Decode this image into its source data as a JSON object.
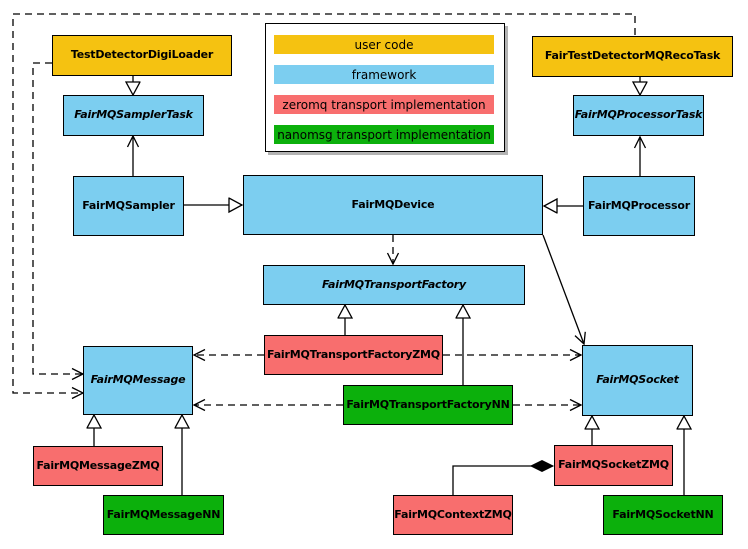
{
  "diagram": {
    "kind": "uml-class-diagram",
    "background": "#ffffff",
    "colors": {
      "user_code": "#F5C211",
      "framework": "#7CCEF0",
      "zeromq": "#F86E6E",
      "nanomsg": "#0CB00C",
      "line": "#000000"
    },
    "legend": {
      "items": [
        {
          "label": "user code",
          "category": "user_code"
        },
        {
          "label": "framework",
          "category": "framework"
        },
        {
          "label": "zeromq transport implementation",
          "category": "zeromq"
        },
        {
          "label": "nanomsg transport implementation",
          "category": "nanomsg"
        }
      ]
    },
    "nodes": [
      {
        "id": "TestDetectorDigiLoader",
        "label": "TestDetectorDigiLoader",
        "category": "user_code",
        "abstract": false
      },
      {
        "id": "FairMQSamplerTask",
        "label": "FairMQSamplerTask",
        "category": "framework",
        "abstract": true
      },
      {
        "id": "FairMQSampler",
        "label": "FairMQSampler",
        "category": "framework",
        "abstract": false
      },
      {
        "id": "FairMQDevice",
        "label": "FairMQDevice",
        "category": "framework",
        "abstract": false
      },
      {
        "id": "FairTestDetectorMQRecoTask",
        "label": "FairTestDetectorMQRecoTask",
        "category": "user_code",
        "abstract": false
      },
      {
        "id": "FairMQProcessorTask",
        "label": "FairMQProcessorTask",
        "category": "framework",
        "abstract": true
      },
      {
        "id": "FairMQProcessor",
        "label": "FairMQProcessor",
        "category": "framework",
        "abstract": false
      },
      {
        "id": "FairMQTransportFactory",
        "label": "FairMQTransportFactory",
        "category": "framework",
        "abstract": true
      },
      {
        "id": "FairMQTransportFactoryZMQ",
        "label": "FairMQTransportFactoryZMQ",
        "category": "zeromq",
        "abstract": false
      },
      {
        "id": "FairMQTransportFactoryNN",
        "label": "FairMQTransportFactoryNN",
        "category": "nanomsg",
        "abstract": false
      },
      {
        "id": "FairMQMessage",
        "label": "FairMQMessage",
        "category": "framework",
        "abstract": true
      },
      {
        "id": "FairMQMessageZMQ",
        "label": "FairMQMessageZMQ",
        "category": "zeromq",
        "abstract": false
      },
      {
        "id": "FairMQMessageNN",
        "label": "FairMQMessageNN",
        "category": "nanomsg",
        "abstract": false
      },
      {
        "id": "FairMQSocket",
        "label": "FairMQSocket",
        "category": "framework",
        "abstract": true
      },
      {
        "id": "FairMQSocketZMQ",
        "label": "FairMQSocketZMQ",
        "category": "zeromq",
        "abstract": false
      },
      {
        "id": "FairMQSocketNN",
        "label": "FairMQSocketNN",
        "category": "nanomsg",
        "abstract": false
      },
      {
        "id": "FairMQContextZMQ",
        "label": "FairMQContextZMQ",
        "category": "zeromq",
        "abstract": false
      }
    ],
    "edges": [
      {
        "from": "TestDetectorDigiLoader",
        "to": "FairMQSamplerTask",
        "type": "inheritance"
      },
      {
        "from": "FairMQSampler",
        "to": "FairMQSamplerTask",
        "type": "association"
      },
      {
        "from": "FairMQSampler",
        "to": "FairMQDevice",
        "type": "inheritance"
      },
      {
        "from": "FairTestDetectorMQRecoTask",
        "to": "FairMQProcessorTask",
        "type": "inheritance"
      },
      {
        "from": "FairMQProcessor",
        "to": "FairMQProcessorTask",
        "type": "association"
      },
      {
        "from": "FairMQProcessor",
        "to": "FairMQDevice",
        "type": "inheritance"
      },
      {
        "from": "FairMQDevice",
        "to": "FairMQTransportFactory",
        "type": "dashed-dependency"
      },
      {
        "from": "FairMQDevice",
        "to": "FairMQSocket",
        "type": "association"
      },
      {
        "from": "FairMQTransportFactoryZMQ",
        "to": "FairMQTransportFactory",
        "type": "inheritance"
      },
      {
        "from": "FairMQTransportFactoryNN",
        "to": "FairMQTransportFactory",
        "type": "inheritance"
      },
      {
        "from": "FairMQTransportFactoryZMQ",
        "to": "FairMQMessage",
        "type": "dashed-dependency"
      },
      {
        "from": "FairMQTransportFactoryZMQ",
        "to": "FairMQSocket",
        "type": "dashed-dependency"
      },
      {
        "from": "FairMQTransportFactoryNN",
        "to": "FairMQMessage",
        "type": "dashed-dependency"
      },
      {
        "from": "FairMQTransportFactoryNN",
        "to": "FairMQSocket",
        "type": "dashed-dependency"
      },
      {
        "from": "FairMQMessageZMQ",
        "to": "FairMQMessage",
        "type": "inheritance"
      },
      {
        "from": "FairMQMessageNN",
        "to": "FairMQMessage",
        "type": "inheritance"
      },
      {
        "from": "FairMQSocketZMQ",
        "to": "FairMQSocket",
        "type": "inheritance"
      },
      {
        "from": "FairMQSocketNN",
        "to": "FairMQSocket",
        "type": "inheritance"
      },
      {
        "from": "FairMQContextZMQ",
        "to": "FairMQSocketZMQ",
        "type": "composition"
      },
      {
        "from": "TestDetectorDigiLoader",
        "to": "FairMQMessage",
        "type": "dashed-dependency"
      },
      {
        "from": "FairTestDetectorMQRecoTask",
        "to": "FairMQMessage",
        "type": "dashed-dependency"
      }
    ]
  }
}
